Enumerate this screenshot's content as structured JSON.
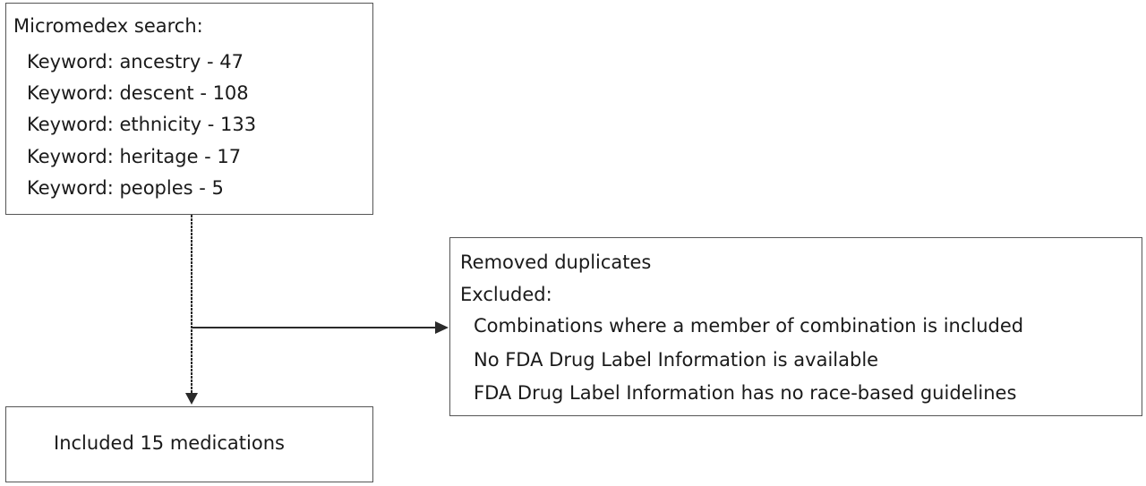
{
  "search_box": {
    "title": "Micromedex search:",
    "keywords": [
      "Keyword: ancestry - 47",
      "Keyword: descent - 108",
      "Keyword: ethnicity - 133",
      "Keyword: heritage - 17",
      "Keyword: peoples - 5"
    ]
  },
  "exclusion_box": {
    "line1": "Removed duplicates",
    "line2": "Excluded:",
    "criteria": [
      "Combinations where a member of combination is included",
      "No FDA Drug Label Information is available",
      "FDA Drug Label Information has no race-based guidelines"
    ]
  },
  "result_box": {
    "text": "Included 15 medications"
  },
  "colors": {
    "border": "#555555",
    "text": "#1a1a1a",
    "connector": "#2a2a2a"
  }
}
